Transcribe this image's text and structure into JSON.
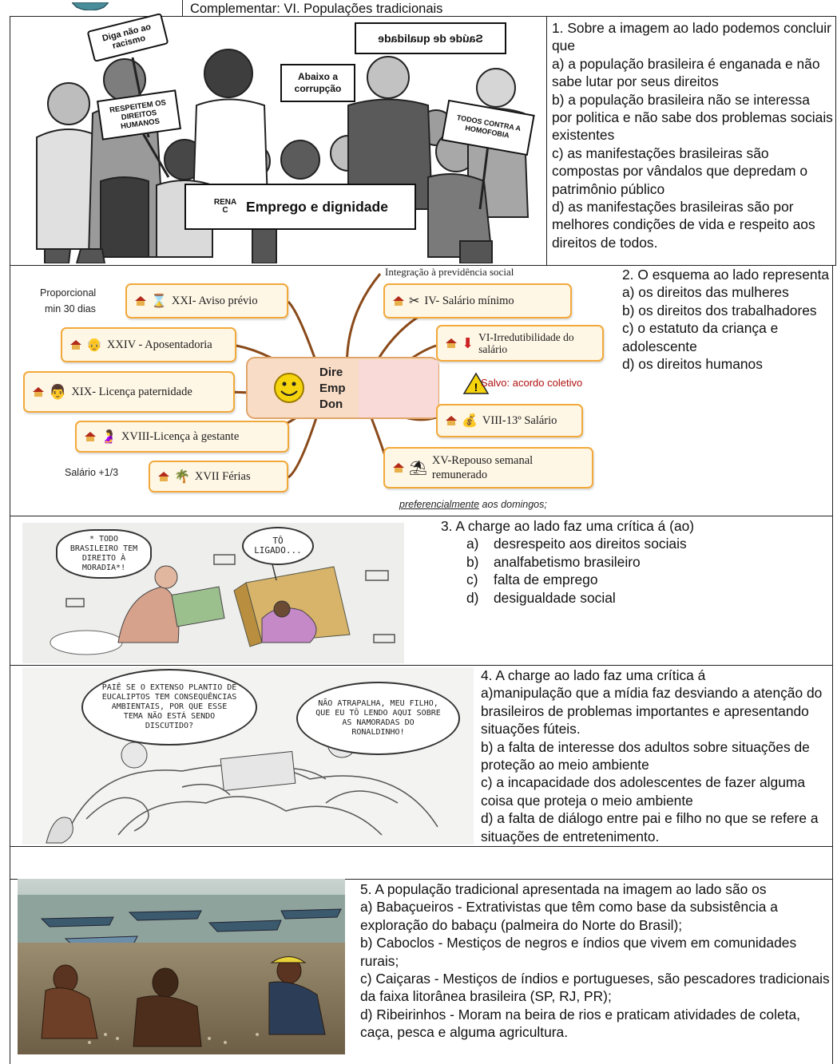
{
  "header": {
    "title": "Complementar: VI. Populações tradicionais"
  },
  "q1": {
    "signs": {
      "racism": "Diga não ao racismo",
      "quality": "Saúde de qualidade",
      "corruption": "Abaixo a corrupção",
      "rights": "RESPEITEM OS DIREITOS HUMANOS",
      "homophobia": "TODOS CONTRA A HOMOFOBIA",
      "banner_prefix": "RENA C",
      "banner": "Emprego e dignidade"
    },
    "question": "1. Sobre a  imagem ao lado podemos concluir que",
    "options": [
      "a) a população brasileira é enganada e não sabe lutar por seus direitos",
      "b) a população brasileira não se interessa por politica e não sabe dos problemas sociais existentes",
      "c) as manifestações brasileiras são compostas por vândalos que depredam o patrimônio público",
      "d) as manifestações brasileiras são por melhores condições de vida e respeito aos direitos de todos."
    ]
  },
  "q2": {
    "mindmap": {
      "center": [
        "Dire",
        "Emp",
        "Don"
      ],
      "top_label": "Integração à previdência social",
      "nodes": {
        "aviso": "XXI- Aviso prévio",
        "aposentadoria": "XXIV - Aposentadoria",
        "paternidade": "XIX- Licença paternidade",
        "gestante": "XVIII-Licença à gestante",
        "ferias": "XVII  Férias",
        "salario_minimo": "IV- Salário mínimo",
        "irredutibilidade": "VI-Irredutibilidade do salário",
        "decimo": "VIII-13º Salário",
        "repouso": "XV-Repouso semanal remunerado"
      },
      "notes": {
        "proporcional": "Proporcional",
        "min30": "min 30 dias",
        "salario_terco": "Salário +1/3",
        "acordo": "Salvo: acordo coletivo",
        "domingos_u": "preferencialmente",
        "domingos": " aos domingos;"
      }
    },
    "question": "2. O esquema ao lado representa",
    "options": [
      "a) os direitos das mulheres",
      "b) os direitos dos trabalhadores",
      "c) o estatuto da criança e adolescente",
      "d) os direitos humanos"
    ]
  },
  "q3": {
    "bubbles": {
      "left": "* TODO BRASILEIRO TEM DIREITO À MORADIA*!",
      "right": "TÔ LIGADO..."
    },
    "question": "3. A charge ao lado faz uma crítica á (ao)",
    "options": [
      {
        "label": "a)",
        "text": "desrespeito aos direitos sociais"
      },
      {
        "label": "b)",
        "text": "analfabetismo brasileiro"
      },
      {
        "label": "c)",
        "text": "falta de emprego"
      },
      {
        "label": "d)",
        "text": "desigualdade social"
      }
    ]
  },
  "q4": {
    "bubbles": {
      "left": "PAIÊ SE O EXTENSO PLANTIO DE EUCALIPTOS TEM CONSEQUÊNCIAS AMBIENTAIS, POR QUE ESSE TEMA NÃO ESTÁ SENDO DISCUTIDO?",
      "right": "NÃO ATRAPALHA, MEU FILHO, QUE EU TÔ LENDO AQUI SOBRE AS NAMORADAS DO RONALDINHO!"
    },
    "question": "4. A charge ao lado faz uma crítica á",
    "options": [
      "a)manipulação que a mídia faz desviando a atenção do brasileiros de problemas importantes e apresentando situações fúteis.",
      "b) a falta de interesse dos adultos sobre situações de proteção ao meio ambiente",
      "c) a incapacidade dos adolescentes de fazer alguma coisa que proteja o meio ambiente",
      "d) a falta de diálogo entre pai e filho no que se refere a situações de entretenimento."
    ]
  },
  "q5": {
    "question": "5. A população tradicional apresentada na imagem ao lado são os",
    "options": [
      "a) Babaçueiros - Extrativistas que têm como base da subsistência a exploração do babaçu (palmeira do Norte do Brasil);",
      "b) Caboclos - Mestiços de negros e índios que vivem em comunidades rurais;",
      "c) Caiçaras - Mestiços de índios e portugueses, são pescadores tradicionais da faixa litorânea brasileira (SP, RJ, PR);",
      "d) Ribeirinhos - Moram na beira de rios e praticam atividades de coleta, caça, pesca e alguma agricultura."
    ]
  }
}
